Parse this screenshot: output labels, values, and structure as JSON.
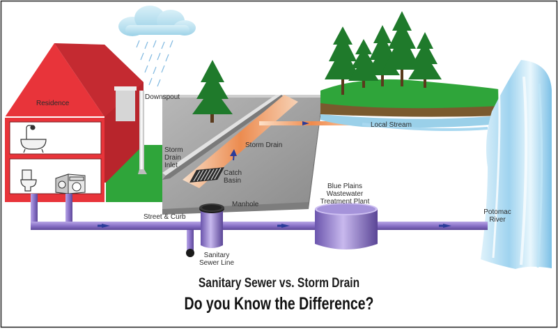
{
  "labels": {
    "residence": "Residence",
    "downspout": "Downspout",
    "local_stream": "Local Stream",
    "storm_drain_inlet": [
      "Storm",
      "Drain",
      "Inlet"
    ],
    "storm_drain": "Storm Drain",
    "catch_basin": [
      "Catch",
      "Basin"
    ],
    "manhole": "Manhole",
    "street_curb": "Street & Curb",
    "treatment_plant": [
      "Blue Plains",
      "Wastewater",
      "Treatment Plant"
    ],
    "potomac_river": [
      "Potomac",
      "River"
    ],
    "sanitary_sewer_line": [
      "Sanitary",
      "Sewer Line"
    ]
  },
  "title": {
    "line1": "Sanitary Sewer vs. Storm Drain",
    "line2": "Do you Know the Difference?"
  },
  "colors": {
    "house_red": "#e8343a",
    "pipe_purple": "#8f79c9",
    "grass_green": "#2fa53a",
    "street_gray": "#9a9a9a",
    "storm_orange": "#f08a4b",
    "river_blue": "#a8d8f0",
    "flow_arrow_blue": "#2a3c9a"
  }
}
